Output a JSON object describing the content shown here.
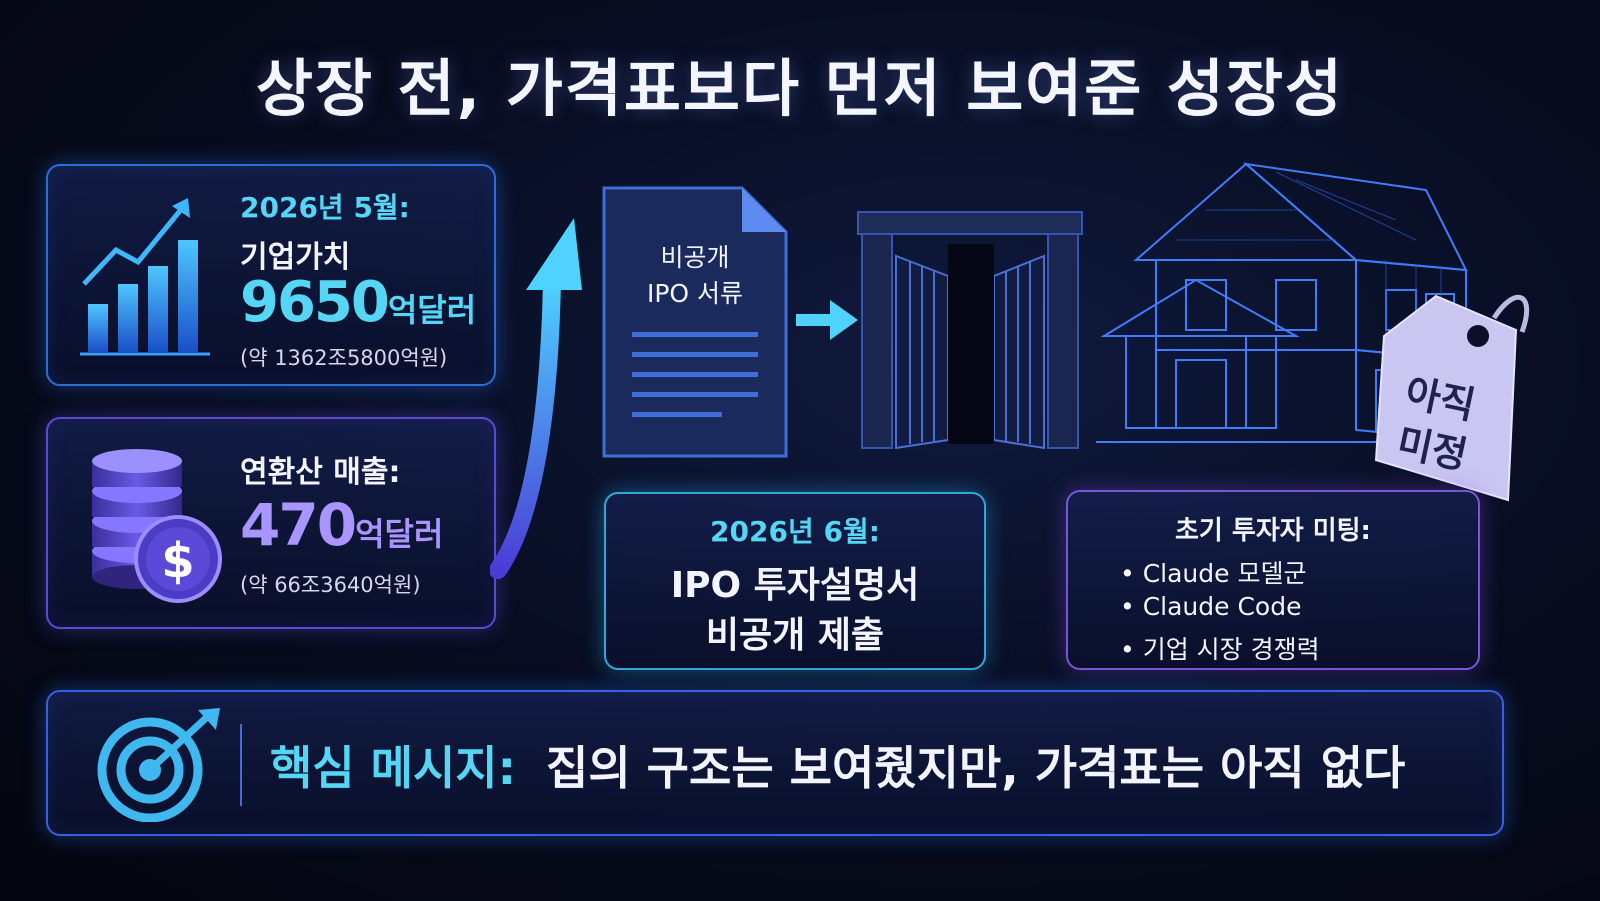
{
  "title": "상장 전, 가격표보다 먼저 보여준 성장성",
  "valuation": {
    "date": "2026년 5월:",
    "label": "기업가치",
    "amount": "9650",
    "unit": "억달러",
    "note": "(약 1362조5800억원)"
  },
  "revenue": {
    "label": "연환산 매출:",
    "amount": "470",
    "unit": "억달러",
    "note": "(약 66조3640억원)"
  },
  "document": {
    "line1": "비공개",
    "line2": "IPO 서류"
  },
  "price_tag": {
    "line1": "아직",
    "line2": "미정"
  },
  "ipo_box": {
    "date": "2026년 6월:",
    "line1": "IPO 투자설명서",
    "line2": "비공개 제출"
  },
  "meeting": {
    "title": "초기 투자자 미팅:",
    "items": [
      "Claude 모델군",
      "Claude Code",
      "기업 시장 경쟁력"
    ]
  },
  "message": {
    "label": "핵심 메시지:",
    "text": "집의 구조는 보여줬지만, 가격표는 아직 없다"
  },
  "colors": {
    "accent_cyan": "#56d6f5",
    "accent_violet": "#a995ff",
    "neon_blue": "#2b6fd6"
  }
}
